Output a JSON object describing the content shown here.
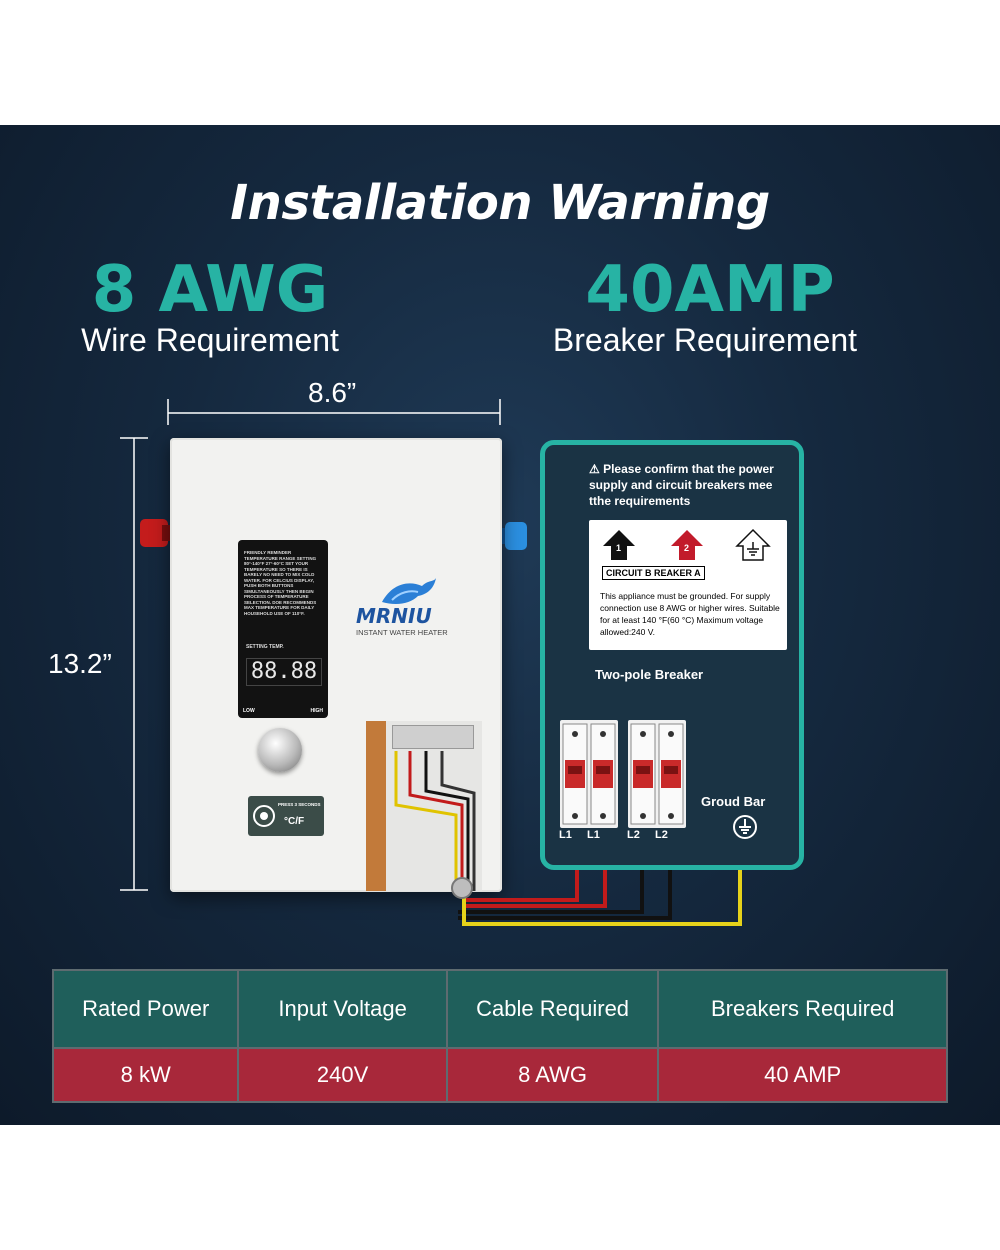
{
  "title": {
    "part1": "Installation",
    "part2": "Warning"
  },
  "wire": {
    "value": "8 AWG",
    "label": "Wire Requirement"
  },
  "breaker": {
    "value": "40AMP",
    "label": "Breaker Requirement"
  },
  "dimensions": {
    "width": "8.6”",
    "height": "13.2”"
  },
  "heater": {
    "brand": "MRNIU",
    "brand_sub": "INSTANT WATER HEATER",
    "display_text": "FRIENDLY REMINDER TEMPERATURE RANGE SETTING 80°-140°F 27°-60°C SET YOUR TEMPERATURE SO THERE IS BARELY NO NEED TO MIX COLD WATER. FOR CELCIUS DISPLAY, PUSH BOTH BUTTONS SIMULTANEOUSLY THEN BEGIN PROCESS OF TEMPERATURE SELECTION. DOE RECOMMENDS MAX TEMPERATURE FOR DAILY HOUSEHOLD USE OF 110°F.",
    "setting_temp": "SETTING TEMP.",
    "digits": "88.88",
    "low": "LOW",
    "high": "HIGH",
    "button_note": "PRESS 3 SECONDS",
    "cf": "°C/F"
  },
  "panel": {
    "warning_note": "⚠ Please confirm that the power supply and circuit breakers mee tthe requirements",
    "l1_mark": "1",
    "l2_mark": "2",
    "circuit_label": "CIRCUIT B REAKER A",
    "small_note": "This appliance must be grounded. For supply connection use 8 AWG or higher wires. Suitable for at least 140 °F(60 °C) Maximum voltage allowed:240 V.",
    "two_pole": "Two-pole Breaker",
    "ground_bar": "Groud Bar",
    "terminals": [
      "L1",
      "L1",
      "L2",
      "L2"
    ]
  },
  "table": {
    "headers": [
      "Rated Power",
      "Input Voltage",
      "Cable Required",
      "Breakers Required"
    ],
    "values": [
      "8 kW",
      "240V",
      "8 AWG",
      "40 AMP"
    ]
  },
  "colors": {
    "accent": "#27b3a4",
    "header_row": "#1f5f5b",
    "value_row": "#a8283a",
    "background": "#15293f"
  },
  "icons": [
    "warning-icon",
    "ground-icon",
    "l1-terminal-icon",
    "l2-terminal-icon",
    "bull-logo-icon"
  ]
}
